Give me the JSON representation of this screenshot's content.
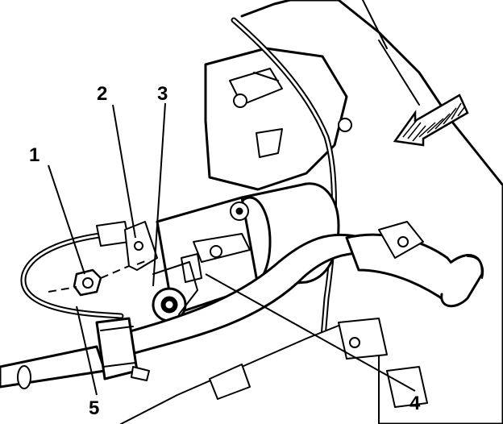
{
  "diagram": {
    "callouts": [
      {
        "id": "1",
        "label": "1"
      },
      {
        "id": "2",
        "label": "2"
      },
      {
        "id": "3",
        "label": "3"
      },
      {
        "id": "4",
        "label": "4"
      },
      {
        "id": "5",
        "label": "5"
      }
    ],
    "colors": {
      "line": "#000000",
      "fill": "#ffffff"
    },
    "icons": {
      "direction_arrow": "front-direction-arrow-icon"
    }
  }
}
